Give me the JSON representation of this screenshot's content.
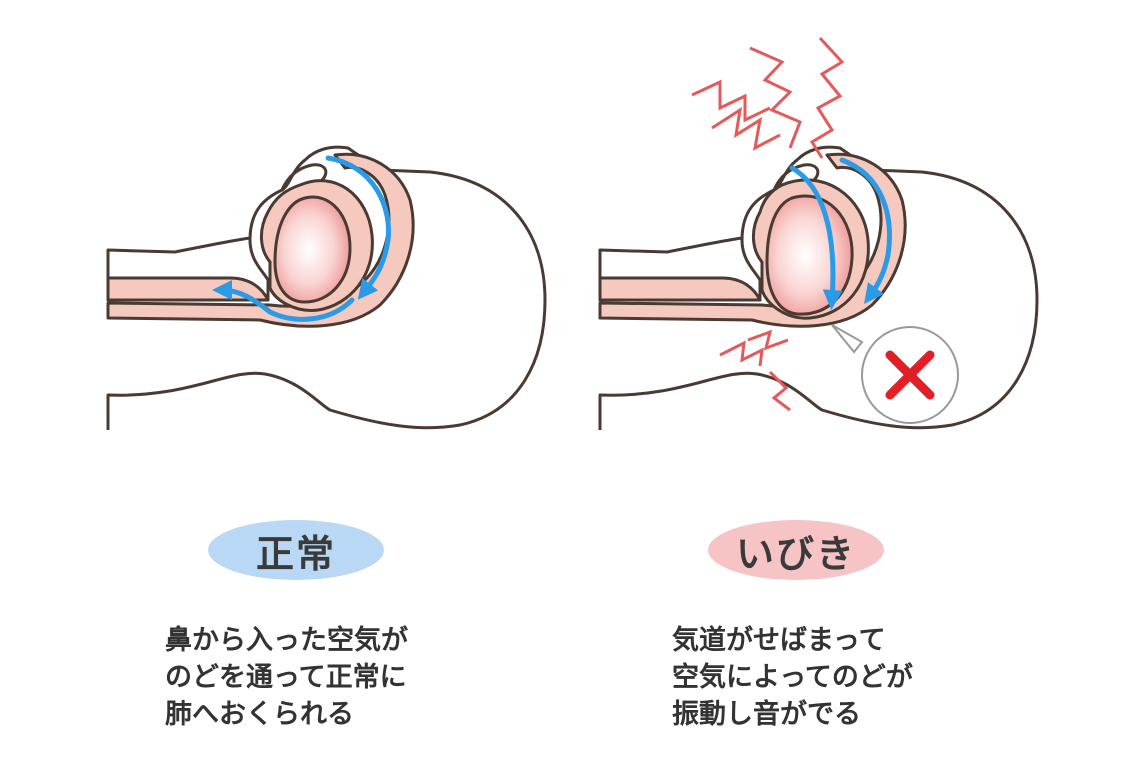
{
  "panels": {
    "normal": {
      "label": "正常",
      "label_color": "#b9d8f6",
      "caption": [
        "鼻から入った空気が",
        "のどを通って正常に",
        "肺へおくられる"
      ]
    },
    "snore": {
      "label": "いびき",
      "label_color": "#f7c4c6",
      "caption": [
        "気道がせばまって",
        "空気によってのどが",
        "振動し音がでる"
      ]
    }
  },
  "colors": {
    "outline": "#4a3a32",
    "tissue": "#f6c9bf",
    "airflow": "#2b9be8",
    "vibration": "#e45a5a",
    "blocked_mark": "#e01f26"
  },
  "icons": {
    "blocked": "cross-icon",
    "airflow": "arrow-icon",
    "sound": "zigzag-icon"
  }
}
